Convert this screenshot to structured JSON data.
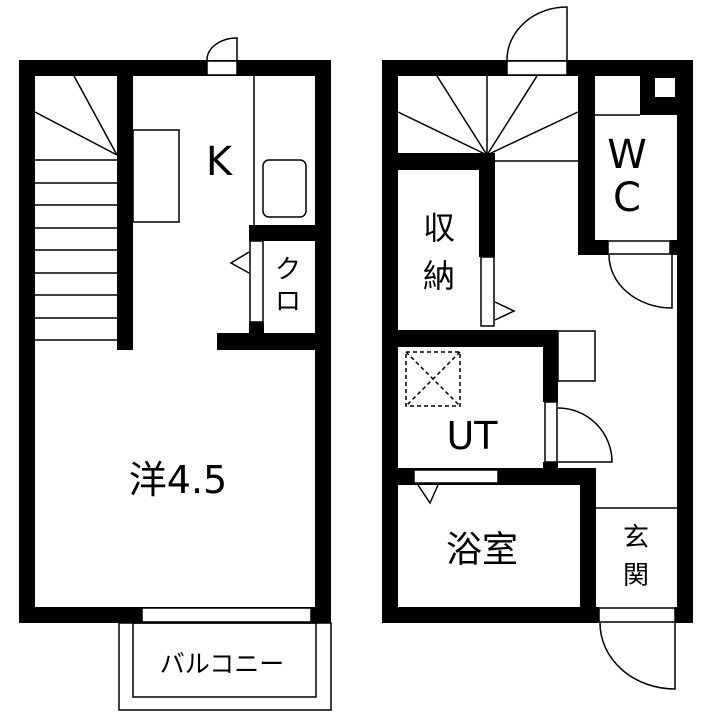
{
  "floor_plan": {
    "colors": {
      "wall": "#000000",
      "background": "#ffffff"
    },
    "upper_floor": {
      "kitchen_label": "K",
      "closet_label_line1": "ク",
      "closet_label_line2": "ロ",
      "room_label": "洋4.5",
      "balcony_label": "バルコニー"
    },
    "lower_floor": {
      "toilet_label_line1": "W",
      "toilet_label_line2": "C",
      "storage_label_line1": "収",
      "storage_label_line2": "納",
      "utility_label": "UT",
      "bathroom_label": "浴室",
      "entrance_label_line1": "玄",
      "entrance_label_line2": "関"
    }
  }
}
